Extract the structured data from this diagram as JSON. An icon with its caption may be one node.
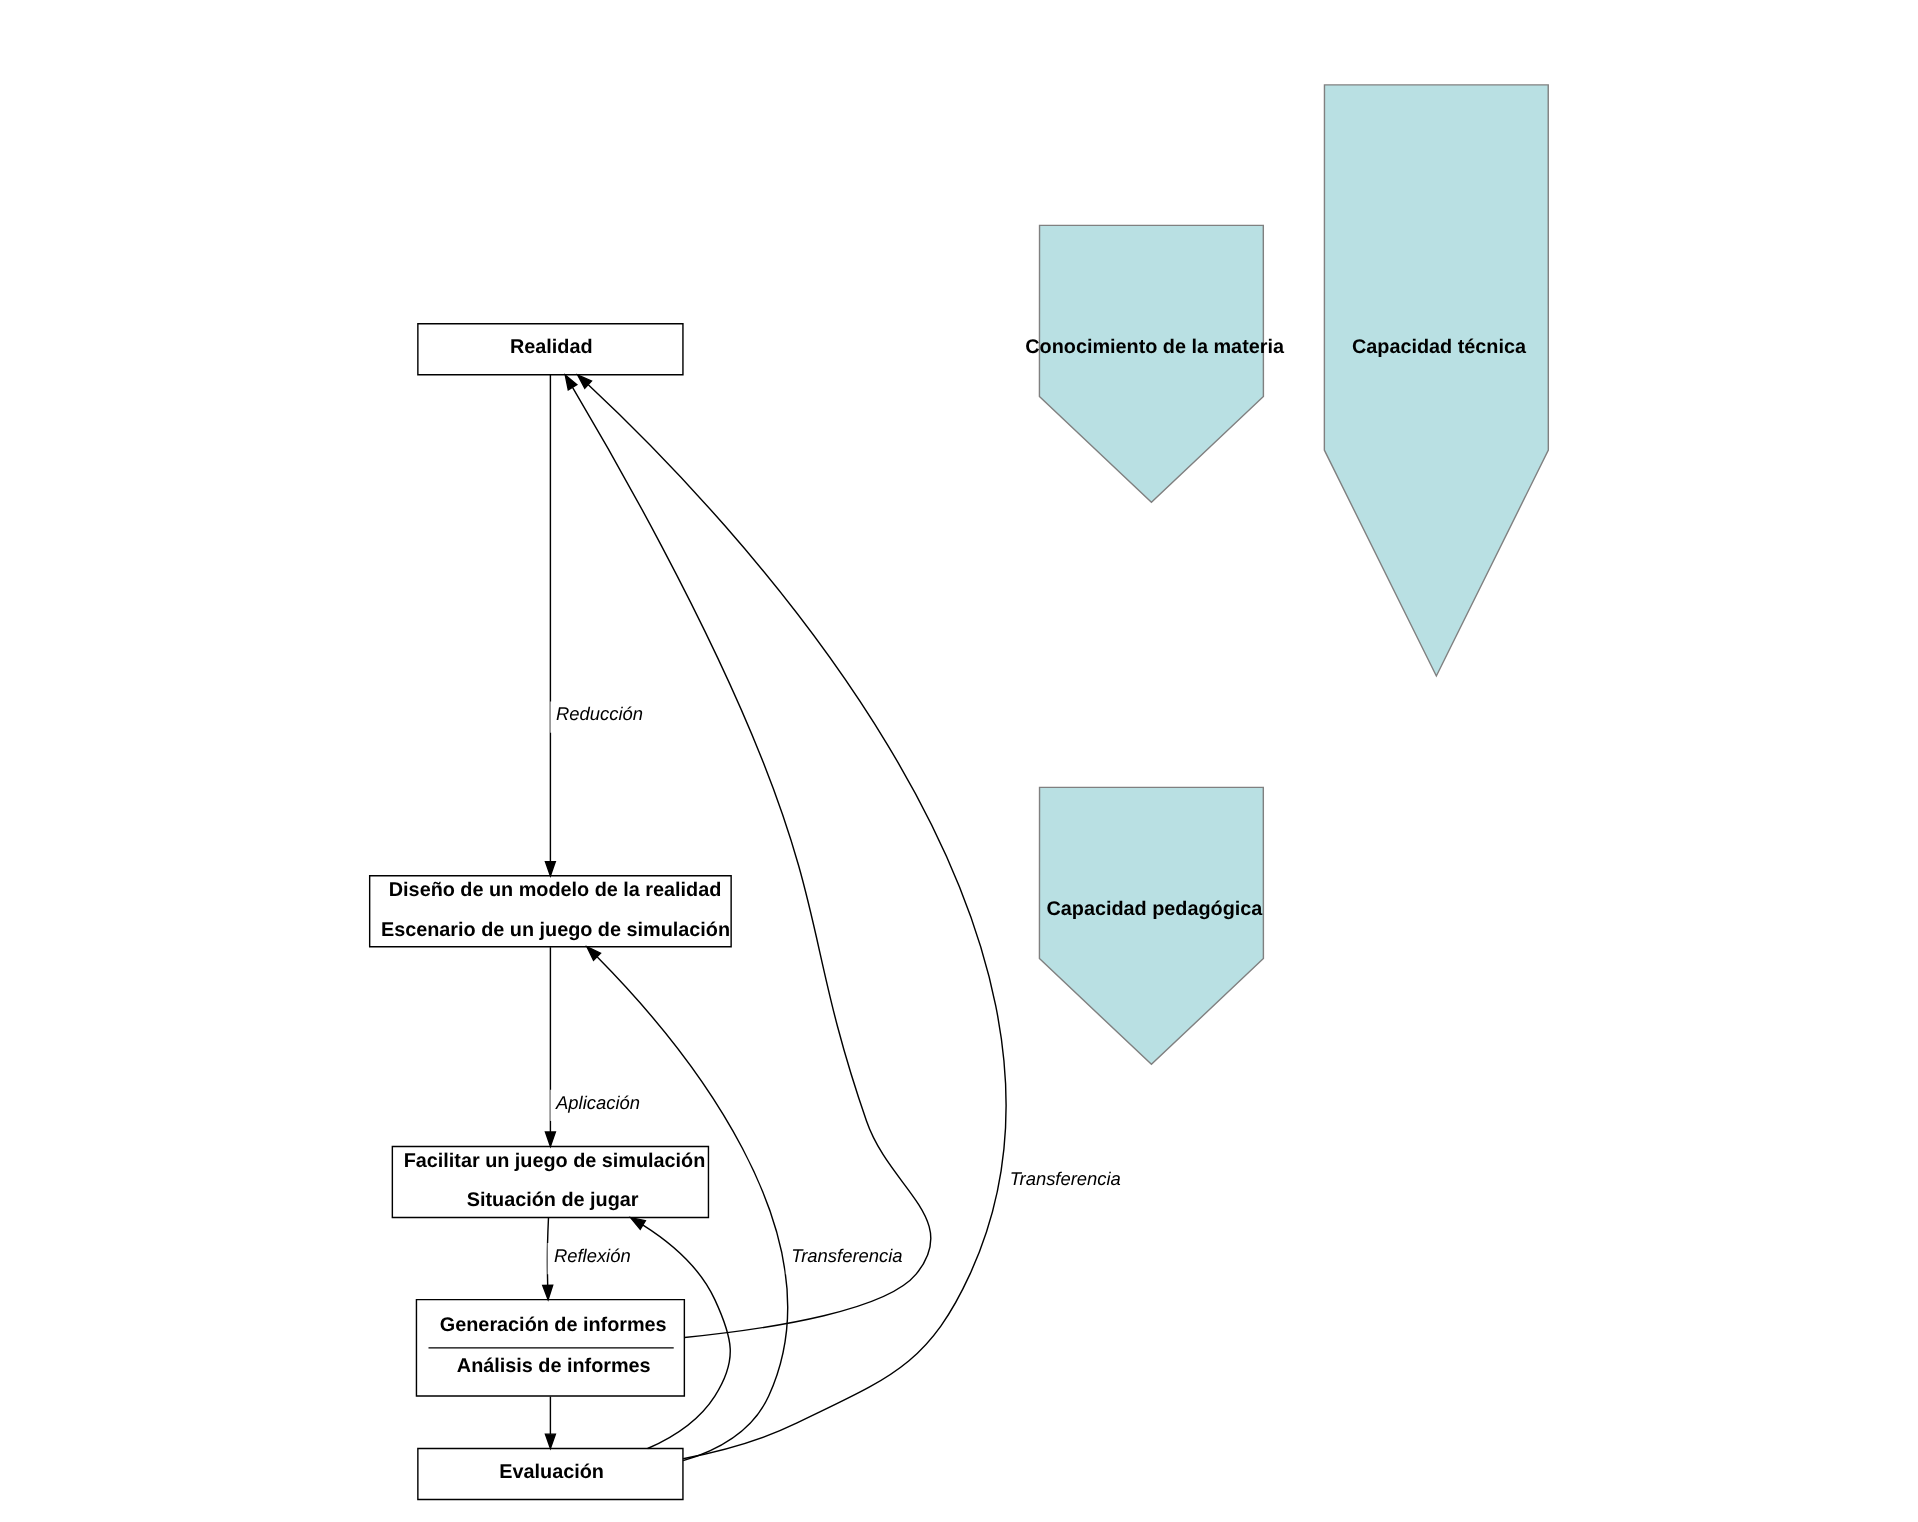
{
  "diagram": {
    "nodes": [
      {
        "text": [
          "Realidad"
        ]
      },
      {
        "text": [
          "Diseño de un modelo de la realidad",
          "Escenario de un juego de simulación"
        ]
      },
      {
        "text": [
          "Facilitar un juego de simulación",
          "Situación de jugar"
        ]
      },
      {
        "text": [
          "Generación de informes",
          "Análisis de informes"
        ]
      },
      {
        "text": [
          "Evaluación"
        ]
      },
      {
        "text": [
          "Conocimiento de la materia"
        ]
      },
      {
        "text": [
          "Capacidad pedagógica"
        ]
      },
      {
        "text": [
          "Capacidad técnica"
        ]
      }
    ],
    "edges": [
      {
        "from": 0,
        "to": 1,
        "arrow": "to",
        "label": "Reducción"
      },
      {
        "from": 1,
        "to": 2,
        "arrow": "to",
        "label": "Aplicación"
      },
      {
        "from": 2,
        "to": 3,
        "arrow": "to",
        "label": "Reflexión"
      },
      {
        "from": 3,
        "to": 4,
        "arrow": "to"
      },
      {
        "from": 4,
        "to": 0,
        "arrow": "to",
        "label": "Transferencia"
      },
      {
        "from": 3,
        "to": 0,
        "arrow": "to"
      },
      {
        "from": 4,
        "to": 1,
        "arrow": "to",
        "label": "Transferencia"
      },
      {
        "from": 4,
        "to": 2,
        "arrow": "to"
      }
    ]
  }
}
